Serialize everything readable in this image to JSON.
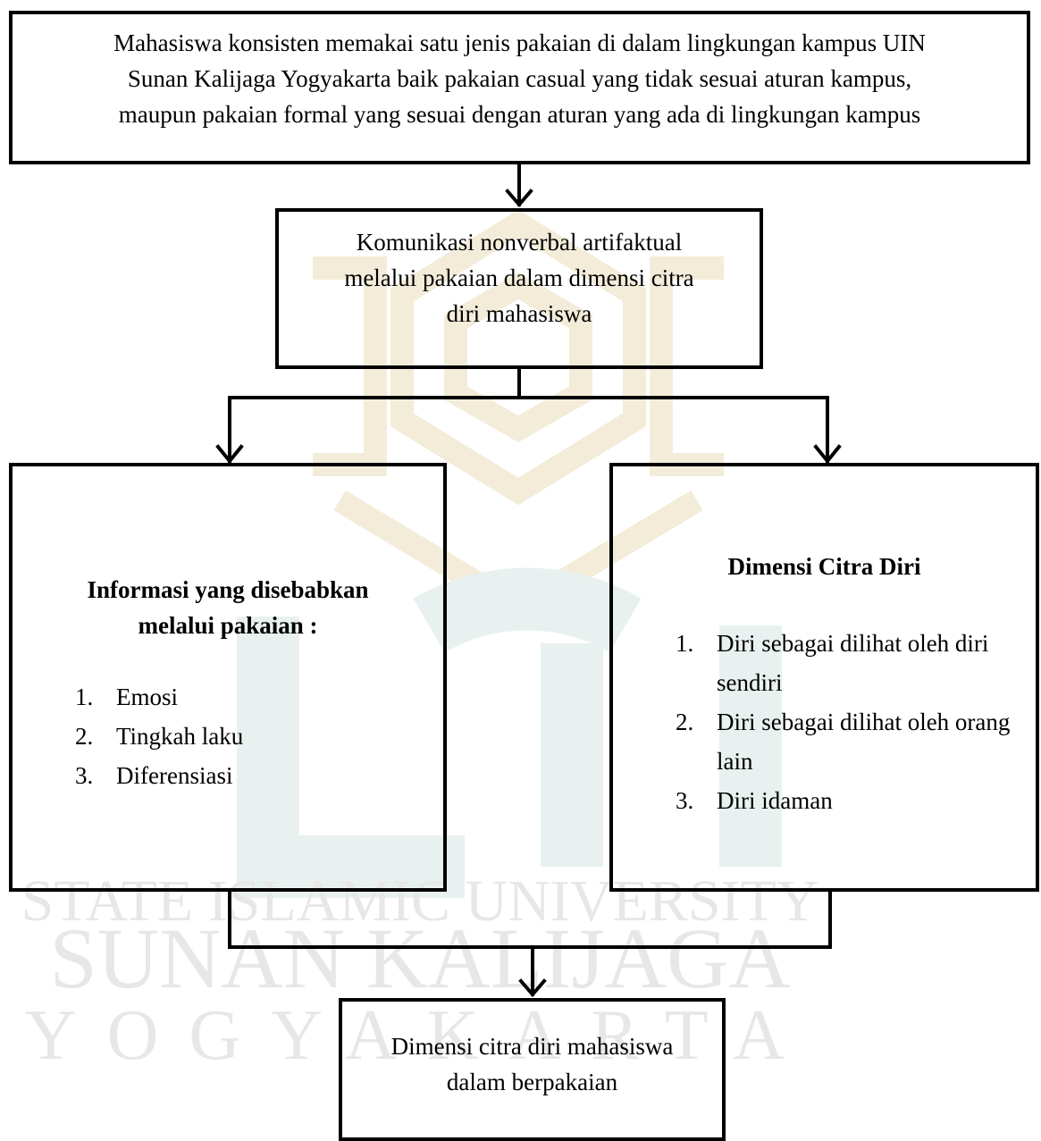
{
  "watermark": {
    "line1": "STATE ISLAMIC UNIVERSITY",
    "line2": "SUNAN KALIJAGA",
    "line3": "YOGYAKARTA"
  },
  "boxes": {
    "top": {
      "lines": [
        "Mahasiswa konsisten memakai satu jenis pakaian di dalam lingkungan kampus UIN",
        "Sunan Kalijaga Yogyakarta baik pakaian casual yang tidak sesuai aturan kampus,",
        "maupun pakaian formal yang sesuai dengan aturan yang ada di lingkungan kampus"
      ]
    },
    "middle": {
      "lines": [
        "Komunikasi nonverbal artifaktual",
        "melalui pakaian dalam dimensi citra",
        "diri mahasiswa"
      ]
    },
    "left": {
      "heading_lines": [
        "Informasi yang disebabkan",
        "melalui pakaian :"
      ],
      "items": [
        {
          "num": "1.",
          "text": "Emosi"
        },
        {
          "num": "2.",
          "text": "Tingkah laku"
        },
        {
          "num": "3.",
          "text": "Diferensiasi"
        }
      ]
    },
    "right": {
      "heading": "Dimensi Citra Diri",
      "items": [
        {
          "num": "1.",
          "text": "Diri sebagai dilihat oleh diri sendiri"
        },
        {
          "num": "2.",
          "text": "Diri sebagai dilihat oleh orang lain"
        },
        {
          "num": "3.",
          "text": "Diri idaman"
        }
      ]
    },
    "bottom": {
      "lines": [
        "Dimensi citra diri mahasiswa",
        "dalam berpakaian"
      ]
    }
  }
}
